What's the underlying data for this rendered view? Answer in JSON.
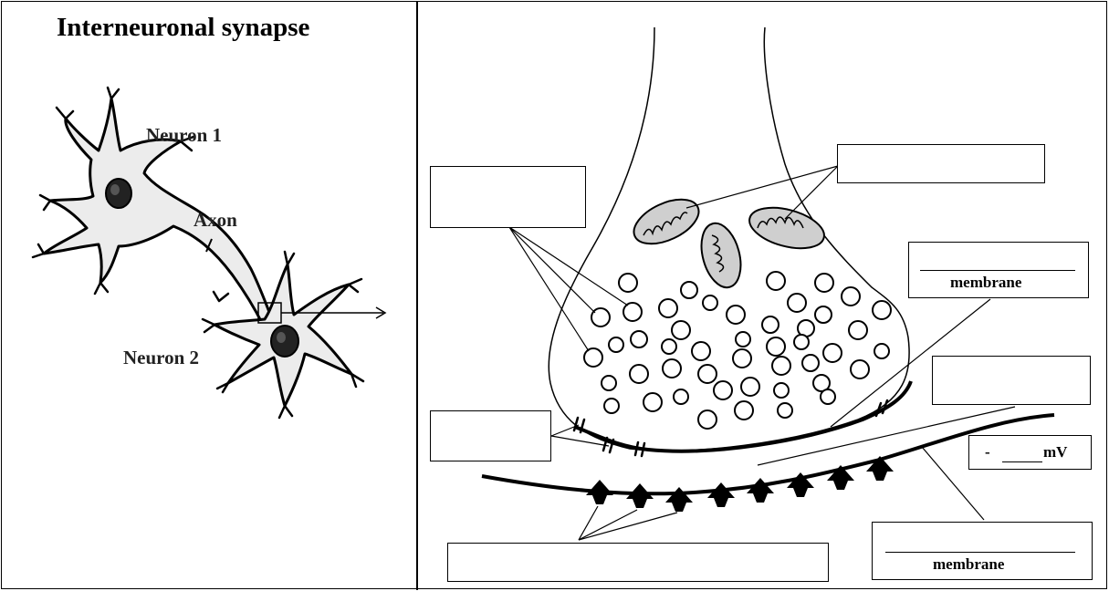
{
  "left_panel": {
    "title": "Interneuronal synapse",
    "neuron1_label": "Neuron 1",
    "neuron2_label": "Neuron 2",
    "axon_label": "Axon"
  },
  "right_panel": {
    "box_membrane_top": {
      "text": "membrane"
    },
    "box_mv": {
      "prefix": "- ",
      "unit": "mV"
    },
    "box_membrane_bottom": {
      "text": "membrane"
    }
  }
}
